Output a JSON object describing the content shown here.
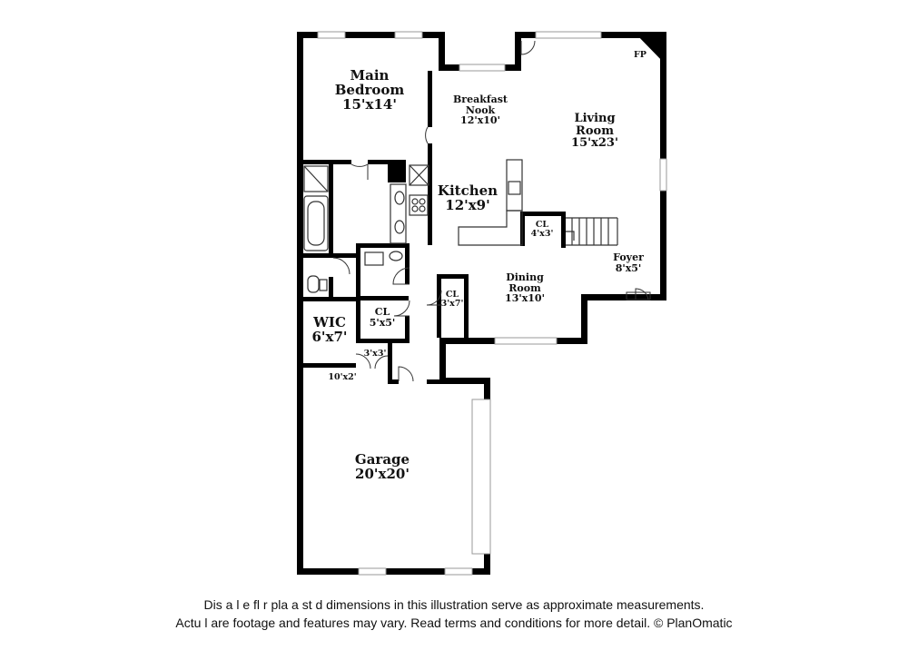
{
  "rooms": {
    "main_bedroom": {
      "name": "Main Bedroom",
      "name_line1": "Main",
      "name_line2": "Bedroom",
      "dims": "15'x14'"
    },
    "breakfast_nook": {
      "name_line1": "Breakfast",
      "name_line2": "Nook",
      "dims": "12'x10'"
    },
    "living_room": {
      "name_line1": "Living",
      "name_line2": "Room",
      "dims": "15'x23'"
    },
    "fireplace": {
      "label": "FP"
    },
    "kitchen": {
      "name": "Kitchen",
      "dims": "12'x9'"
    },
    "closet_stairs": {
      "name": "CL",
      "dims": "4'x3'"
    },
    "foyer": {
      "name": "Foyer",
      "dims": "8'x5'"
    },
    "dining_room": {
      "name_line1": "Dining",
      "name_line2": "Room",
      "dims": "13'x10'"
    },
    "closet_dining": {
      "name": "CL",
      "dims": "3'x7'"
    },
    "closet_hall": {
      "name": "CL",
      "dims": "5'x5'"
    },
    "wic": {
      "name": "WIC",
      "dims": "6'x7'"
    },
    "closet_small": {
      "dims": "3'x3'"
    },
    "hall": {
      "dims": "10'x2'"
    },
    "garage": {
      "name": "Garage",
      "dims": "20'x20'"
    }
  },
  "disclaimer": {
    "line1": "Dis  a    l e fl  r pla  a   st  d dimensions in this illustration serve as approximate measurements.",
    "line2": "Actu  l   are footage and features may vary. Read terms and conditions for more detail. © PlanOmatic"
  },
  "colors": {
    "wall": "#000000",
    "background": "#ffffff",
    "window": "#ffffff"
  }
}
